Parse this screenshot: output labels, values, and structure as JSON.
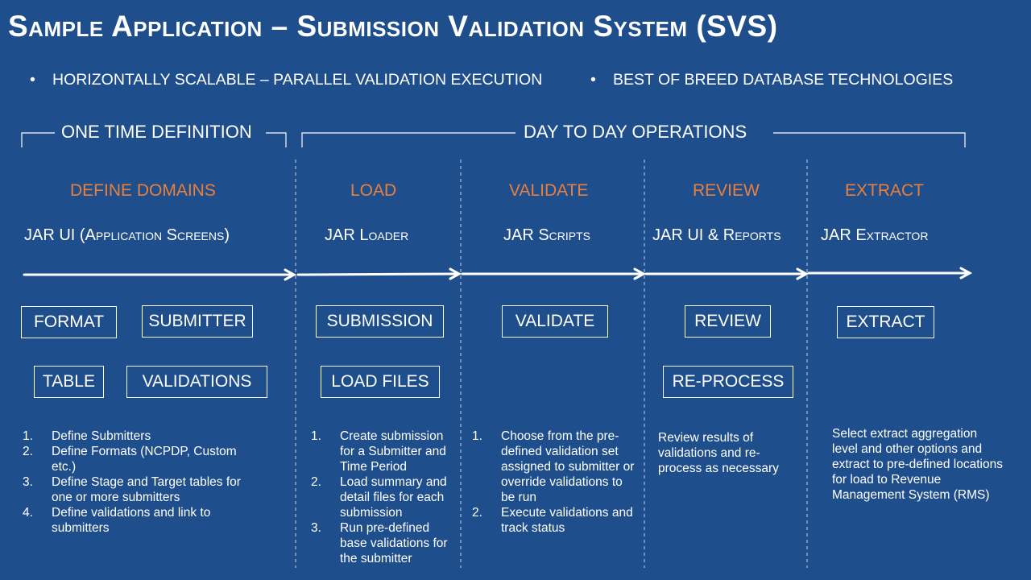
{
  "title": "Sample Application – Submission Validation System (SVS)",
  "bullets": [
    "HORIZONTALLY SCALABLE – PARALLEL VALIDATION EXECUTION",
    "BEST OF BREED DATABASE TECHNOLOGIES"
  ],
  "phases": {
    "one_time": "ONE TIME DEFINITION",
    "day_to_day": "DAY TO DAY OPERATIONS"
  },
  "steps": [
    {
      "title": "DEFINE DOMAINS",
      "tool": "JAR UI (Application Screens)"
    },
    {
      "title": "LOAD",
      "tool": "JAR Loader"
    },
    {
      "title": "VALIDATE",
      "tool": "JAR Scripts"
    },
    {
      "title": "REVIEW",
      "tool": "JAR UI & Reports"
    },
    {
      "title": "EXTRACT",
      "tool": "JAR Extractor"
    }
  ],
  "boxes": {
    "format": "FORMAT",
    "submitter": "SUBMITTER",
    "table": "TABLE",
    "validations": "VALIDATIONS",
    "submission": "SUBMISSION",
    "load_files": "LOAD FILES",
    "validate": "VALIDATE",
    "review": "REVIEW",
    "reprocess": "RE-PROCESS",
    "extract": "EXTRACT"
  },
  "define_list": [
    {
      "num": "1.",
      "text": "Define Submitters"
    },
    {
      "num": "2.",
      "text": "Define Formats (NCPDP, Custom etc.)"
    },
    {
      "num": "3.",
      "text": "Define Stage and Target tables for one or more submitters"
    },
    {
      "num": "4.",
      "text": "Define validations and link to submitters"
    }
  ],
  "load_list": [
    {
      "num": "1.",
      "text": "Create submission for a Submitter and Time Period"
    },
    {
      "num": "2.",
      "text": "Load summary and detail files for each submission"
    },
    {
      "num": "3.",
      "text": "Run pre-defined base validations for the submitter"
    }
  ],
  "validate_list": [
    {
      "num": "1.",
      "text": "Choose from the pre-defined validation set assigned to submitter or override validations to be run"
    },
    {
      "num": "2.",
      "text": "Execute validations and track status"
    }
  ],
  "review_desc": "Review results of validations and re-process as necessary",
  "extract_desc": "Select extract aggregation level and other options and extract to pre-defined locations for load to Revenue Management System (RMS)"
}
